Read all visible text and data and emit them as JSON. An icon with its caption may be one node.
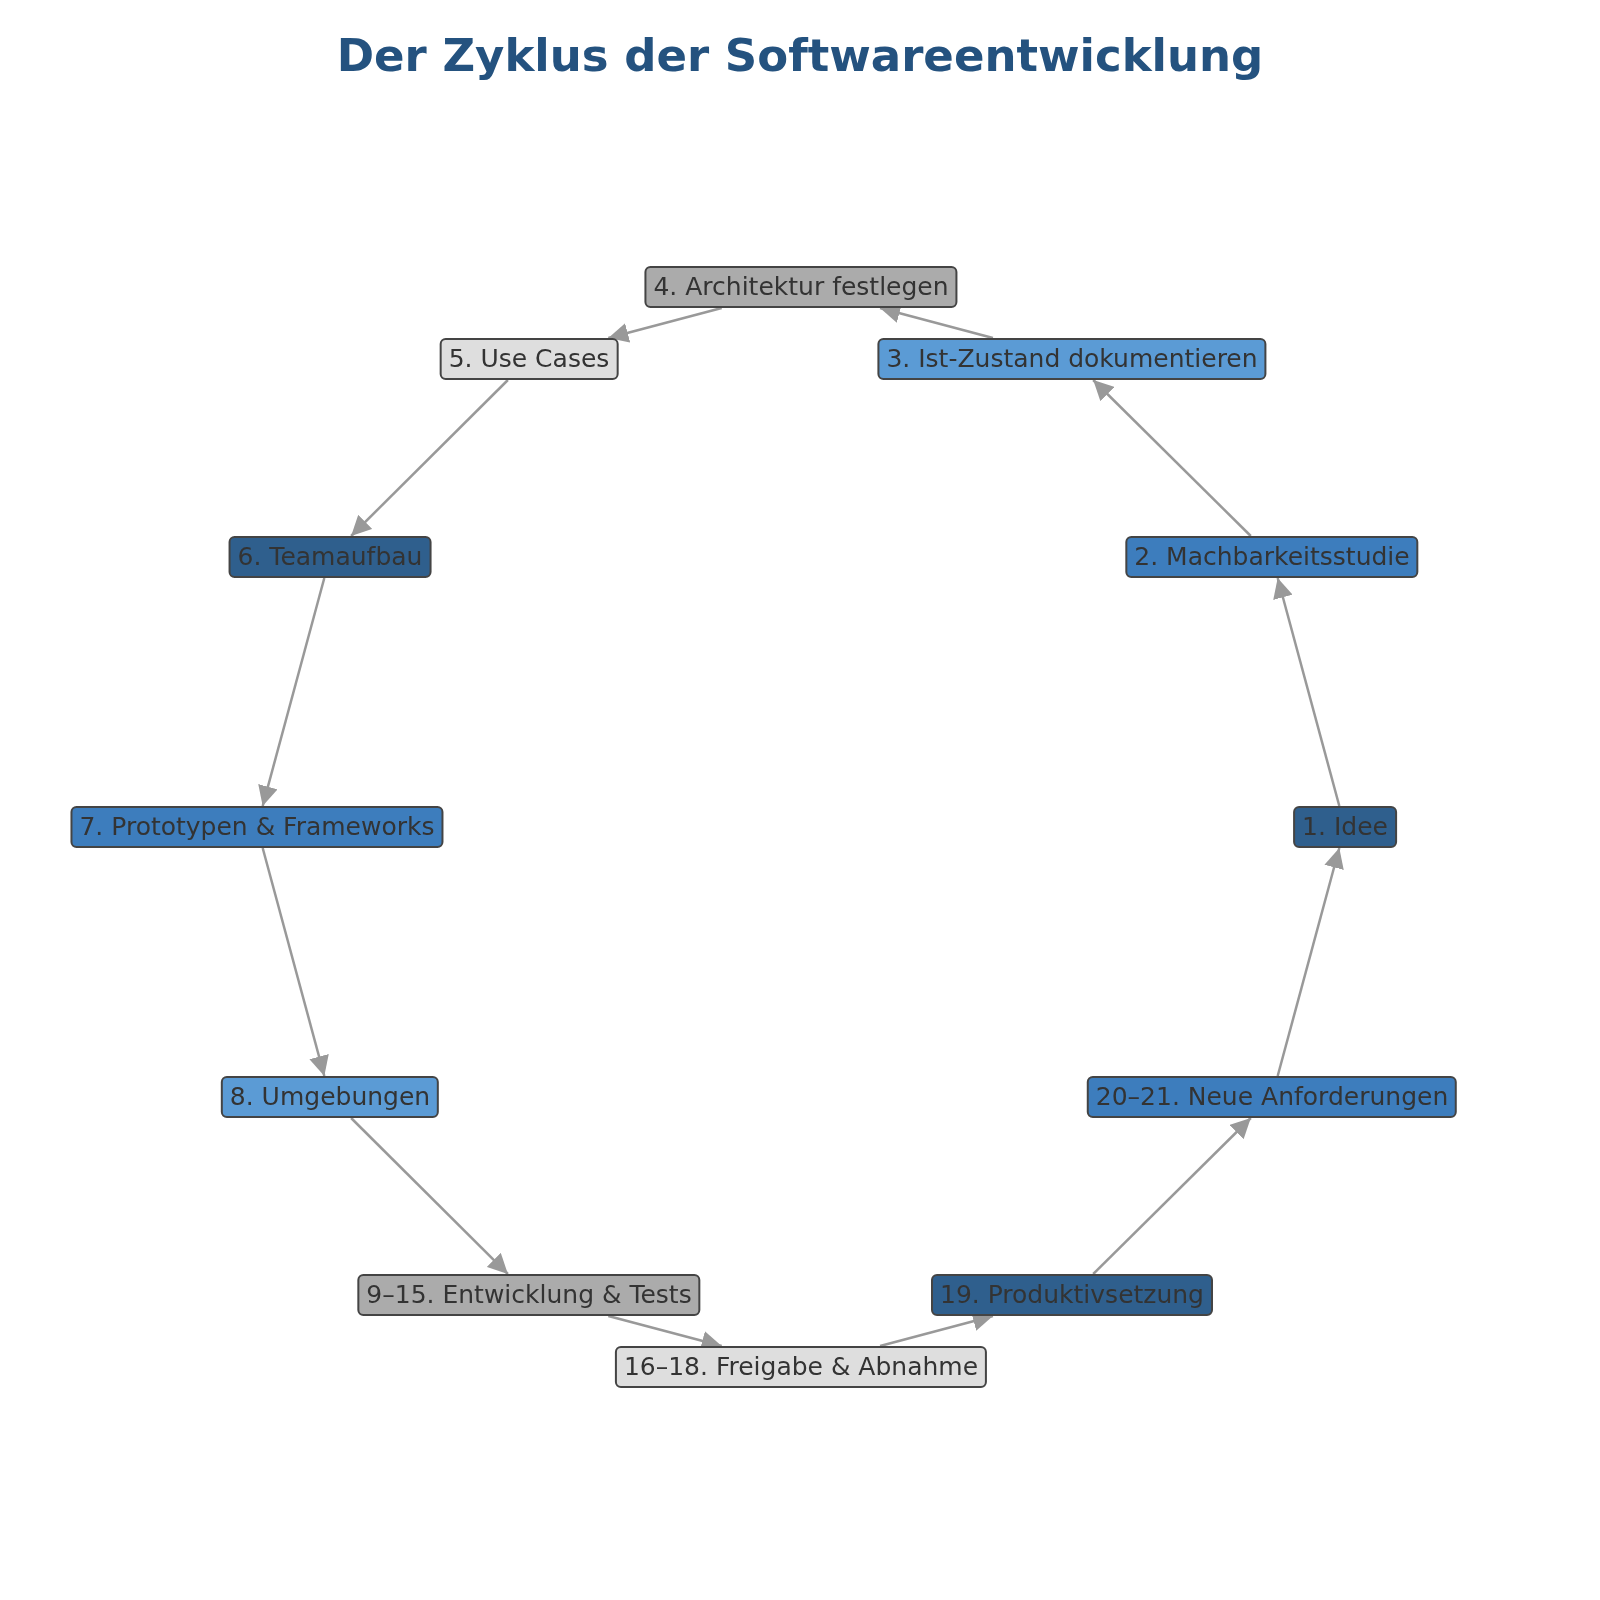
{
  "diagram": {
    "title": "Der Zyklus der Softwareentwicklung",
    "nodes": [
      {
        "text": [
          "1. Idee"
        ]
      },
      {
        "text": [
          "2. Machbarkeitsstudie"
        ]
      },
      {
        "text": [
          "3. Ist-Zustand dokumentieren"
        ]
      },
      {
        "text": [
          "4. Architektur festlegen"
        ]
      },
      {
        "text": [
          "5. Use Cases"
        ]
      },
      {
        "text": [
          "6. Teamaufbau"
        ]
      },
      {
        "text": [
          "7. Prototypen & Frameworks"
        ]
      },
      {
        "text": [
          "8. Umgebungen"
        ]
      },
      {
        "text": [
          "9–15. Entwicklung & Tests"
        ]
      },
      {
        "text": [
          "16–18. Freigabe & Abnahme"
        ]
      },
      {
        "text": [
          "19. Produktivsetzung"
        ]
      },
      {
        "text": [
          "20–21. Neue Anforderungen"
        ]
      }
    ],
    "edges": [
      {
        "from": 0,
        "to": 1,
        "arrow": "to"
      },
      {
        "from": 1,
        "to": 2,
        "arrow": "to"
      },
      {
        "from": 2,
        "to": 3,
        "arrow": "to"
      },
      {
        "from": 3,
        "to": 4,
        "arrow": "to"
      },
      {
        "from": 4,
        "to": 5,
        "arrow": "to"
      },
      {
        "from": 5,
        "to": 6,
        "arrow": "to"
      },
      {
        "from": 6,
        "to": 7,
        "arrow": "to"
      },
      {
        "from": 7,
        "to": 8,
        "arrow": "to"
      },
      {
        "from": 8,
        "to": 9,
        "arrow": "to"
      },
      {
        "from": 9,
        "to": 10,
        "arrow": "to"
      },
      {
        "from": 10,
        "to": 11,
        "arrow": "to"
      },
      {
        "from": 11,
        "to": 0,
        "arrow": "to"
      }
    ]
  }
}
